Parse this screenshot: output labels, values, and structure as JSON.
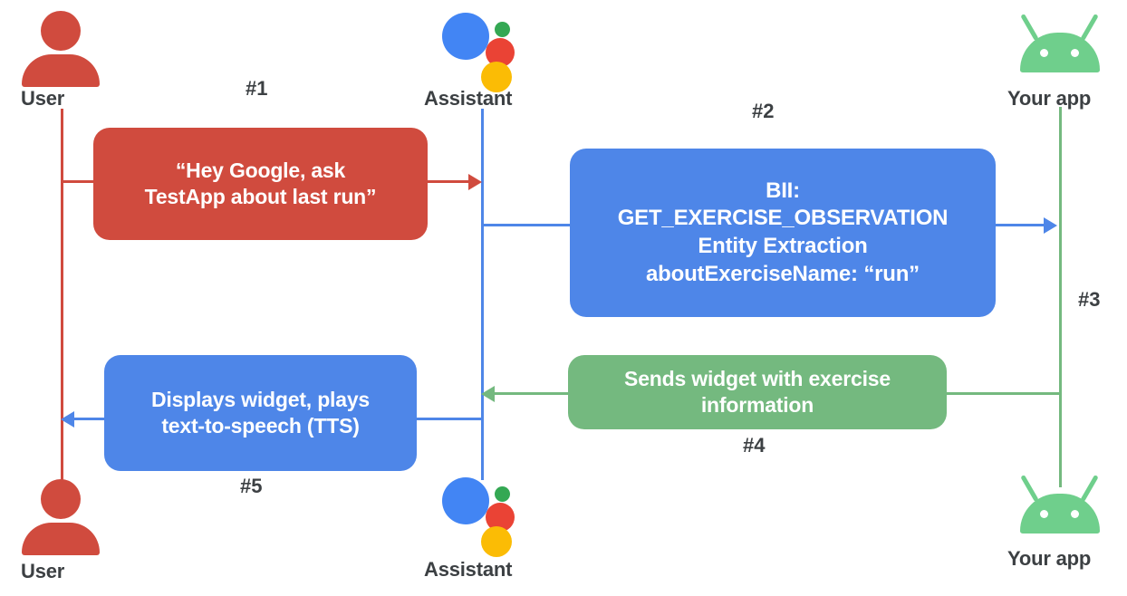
{
  "diagram": {
    "title": "Google Assistant App Actions sequence diagram",
    "colors": {
      "red": "#D04B3E",
      "blue": "#4E86E8",
      "green": "#74B97F",
      "assistant_blue": "#4285F4",
      "assistant_red": "#EA4335",
      "assistant_yellow": "#FBBC05",
      "assistant_green": "#34A853",
      "android_green": "#6FCF8C",
      "text_dark": "#3c4043",
      "background": "#FFFFFF"
    },
    "actors": [
      {
        "id": "user-top",
        "label": "User",
        "icon": "user-icon",
        "position": "top-left"
      },
      {
        "id": "assistant-top",
        "label": "Assistant",
        "icon": "assistant-icon",
        "position": "top-center"
      },
      {
        "id": "app-top",
        "label": "Your app",
        "icon": "android-icon",
        "position": "top-right"
      },
      {
        "id": "user-bottom",
        "label": "User",
        "icon": "user-icon",
        "position": "bottom-left"
      },
      {
        "id": "assistant-bottom",
        "label": "Assistant",
        "icon": "assistant-icon",
        "position": "bottom-center"
      },
      {
        "id": "app-bottom",
        "label": "Your app",
        "icon": "android-icon",
        "position": "bottom-right"
      }
    ],
    "steps": [
      {
        "number": "#1",
        "text": "“Hey Google, ask\nTestApp about last run”",
        "color": "red",
        "from": "User",
        "to": "Assistant"
      },
      {
        "number": "#2",
        "text": "BII:\nGET_EXERCISE_OBSERVATION\nEntity Extraction\naboutExerciseName: “run”",
        "color": "blue",
        "from": "Assistant",
        "to": "Your app"
      },
      {
        "number": "#3",
        "text": "",
        "color": "blue",
        "from": "Assistant",
        "to": "Your app"
      },
      {
        "number": "#4",
        "text": "Sends widget with exercise\ninformation",
        "color": "green",
        "from": "Your app",
        "to": "Assistant"
      },
      {
        "number": "#5",
        "text": "Displays widget, plays\ntext-to-speech (TTS)",
        "color": "blue",
        "from": "Assistant",
        "to": "User"
      }
    ]
  }
}
